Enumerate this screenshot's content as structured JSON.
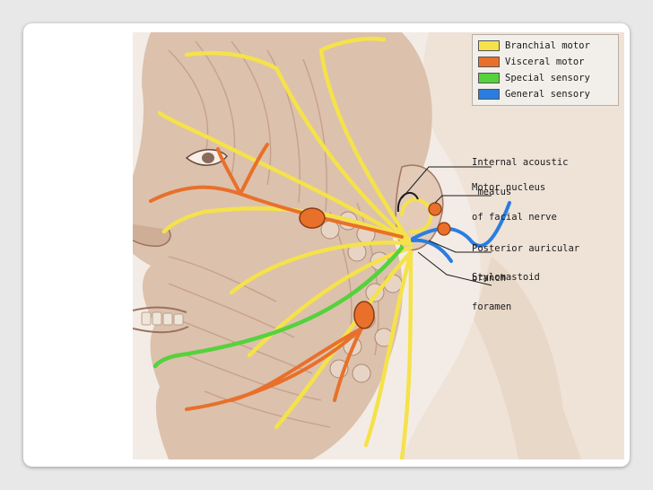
{
  "legend": {
    "items": [
      {
        "label": "Branchial motor",
        "color": "#f5e24a"
      },
      {
        "label": "Visceral motor",
        "color": "#e8702a"
      },
      {
        "label": "Special sensory",
        "color": "#55d23c"
      },
      {
        "label": "General sensory",
        "color": "#2a7de0"
      }
    ]
  },
  "labels": {
    "internal_acoustic_l1": "Internal acoustic",
    "internal_acoustic_l2": " meatus",
    "motor_nucleus_l1": "Motor nucleus",
    "motor_nucleus_l2": "of facial nerve",
    "posterior_auricular_l1": "Posterior auricular",
    "posterior_auricular_l2": "branch",
    "stylomastoid_l1": "Stylomastoid",
    "stylomastoid_l2": "foramen"
  },
  "colors": {
    "skin": "#e9d8c8",
    "muscle": "#c9a08a",
    "background": "#f4ede6",
    "yellow_nerve": "#f5e24a",
    "orange_nerve": "#e8702a",
    "green_nerve": "#55d23c",
    "blue_nerve": "#2a7de0"
  },
  "icons": {
    "anatomy": "facial-nerve-anatomy-illustration"
  }
}
